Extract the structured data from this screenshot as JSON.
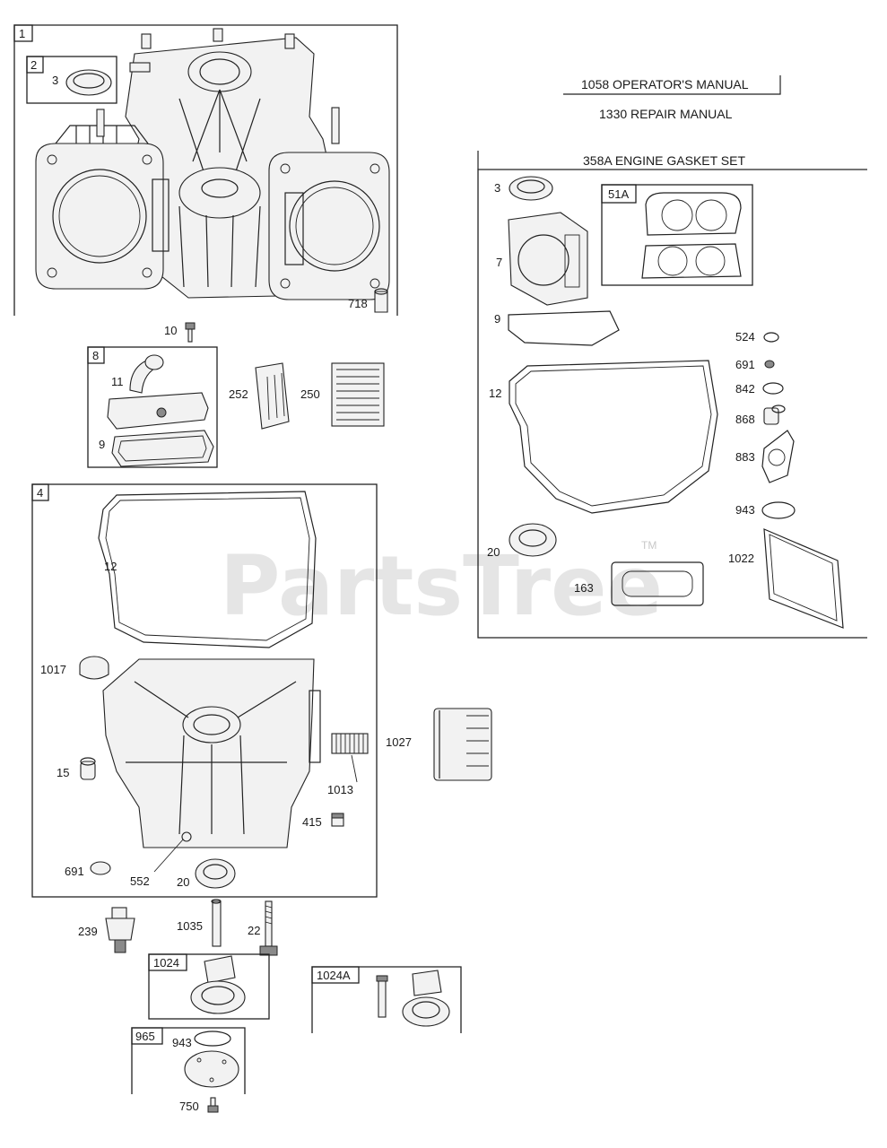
{
  "watermark": {
    "text": "PartsTree",
    "trademark": "TM"
  },
  "manuals": {
    "operators": "1058 OPERATOR'S MANUAL",
    "repair": "1330 REPAIR MANUAL"
  },
  "gasket_set": {
    "title": "358A ENGINE GASKET SET",
    "labels": [
      "3",
      "7",
      "51A",
      "9",
      "12",
      "20",
      "163",
      "524",
      "691",
      "842",
      "868",
      "883",
      "943",
      "1022"
    ]
  },
  "callouts": {
    "c1": "1",
    "c2": "2",
    "c3": "3",
    "c718": "718",
    "c10": "10",
    "c8": "8",
    "c11": "11",
    "c9": "9",
    "c252": "252",
    "c250": "250",
    "c4": "4",
    "c12": "12",
    "c1017": "1017",
    "c15": "15",
    "c1027": "1027",
    "c1013": "1013",
    "c415": "415",
    "c691": "691",
    "c552": "552",
    "c20": "20",
    "c239": "239",
    "c1035": "1035",
    "c22": "22",
    "c1024": "1024",
    "c1024A": "1024A",
    "c965": "965",
    "c943": "943",
    "c750": "750"
  }
}
